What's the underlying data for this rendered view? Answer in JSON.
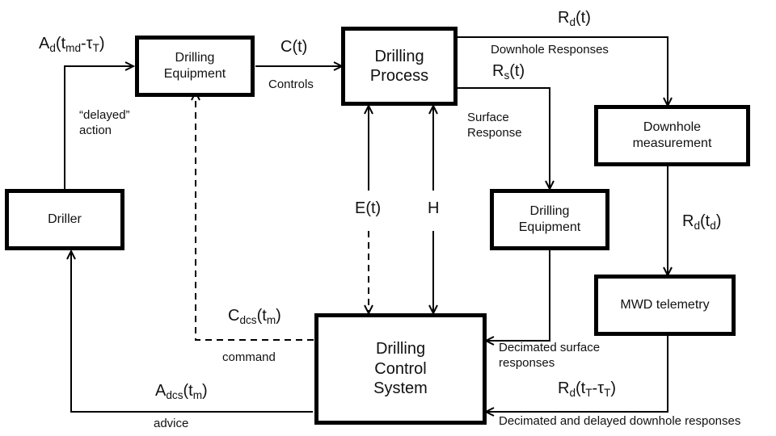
{
  "diagram": {
    "blocks": {
      "drilling_equipment_top": {
        "line1": "Drilling",
        "line2": "Equipment"
      },
      "drilling_process": {
        "line1": "Drilling",
        "line2": "Process"
      },
      "downhole_measurement": {
        "line1": "Downhole",
        "line2": "measurement"
      },
      "driller": {
        "line1": "Driller"
      },
      "drilling_equipment_surface": {
        "line1": "Drilling",
        "line2": "Equipment"
      },
      "mwd_telemetry": {
        "line1": "MWD telemetry"
      },
      "drilling_control_system": {
        "line1": "Drilling",
        "line2": "Control",
        "line3": "System"
      }
    },
    "signals": {
      "ad": {
        "main": "A",
        "sub": "d",
        "open": "(t",
        "sub2": "md",
        "mid": "-τ",
        "sub3": "T",
        "close": ")"
      },
      "ct": {
        "text": "C(t)"
      },
      "rd_t": {
        "main": "R",
        "sub": "d",
        "rest": "(t)"
      },
      "rs_t": {
        "main": "R",
        "sub": "s",
        "rest": "(t)"
      },
      "e_t": {
        "text": "E(t)"
      },
      "h": {
        "text": "H"
      },
      "rd_td": {
        "main": "R",
        "sub": "d",
        "open": "(t",
        "sub2": "d",
        "close": ")"
      },
      "cdcs": {
        "main": "C",
        "sub": "dcs",
        "open": "(t",
        "sub2": "m",
        "close": ")"
      },
      "adcs": {
        "main": "A",
        "sub": "dcs",
        "open": "(t",
        "sub2": "m",
        "close": ")"
      },
      "rd_tt": {
        "main": "R",
        "sub": "d",
        "open": "(t",
        "sub2": "T",
        "mid": "-τ",
        "sub3": "T",
        "close": ")"
      }
    },
    "notes": {
      "delayed_line1": "“delayed”",
      "delayed_line2": "action",
      "controls": "Controls",
      "downhole_responses": "Downhole Responses",
      "surface_response_line1": "Surface",
      "surface_response_line2": "Response",
      "command": "command",
      "advice": "advice",
      "decimated_surface_line1": "Decimated surface",
      "decimated_surface_line2": "responses",
      "decimated_delayed": "Decimated and delayed downhole responses"
    }
  }
}
